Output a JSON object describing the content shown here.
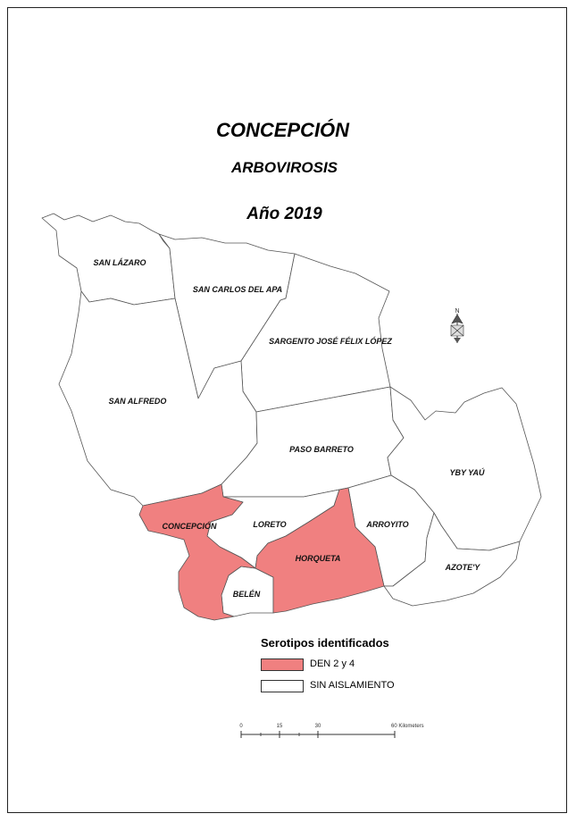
{
  "titles": {
    "line1": "CONCEPCIÓN",
    "line2": "ARBOVIROSIS",
    "line3": "Año 2019"
  },
  "districts": [
    {
      "name": "SAN LÁZARO",
      "category": "sin_aislamiento"
    },
    {
      "name": "SAN CARLOS DEL APA",
      "category": "sin_aislamiento"
    },
    {
      "name": "SARGENTO JOSÉ FÉLIX LÓPEZ",
      "category": "sin_aislamiento"
    },
    {
      "name": "SAN ALFREDO",
      "category": "sin_aislamiento"
    },
    {
      "name": "PASO BARRETO",
      "category": "sin_aislamiento"
    },
    {
      "name": "YBY YAÚ",
      "category": "sin_aislamiento"
    },
    {
      "name": "CONCEPCIÓN",
      "category": "den"
    },
    {
      "name": "LORETO",
      "category": "sin_aislamiento"
    },
    {
      "name": "ARROYITO",
      "category": "sin_aislamiento"
    },
    {
      "name": "HORQUETA",
      "category": "den"
    },
    {
      "name": "AZOTE'Y",
      "category": "sin_aislamiento"
    },
    {
      "name": "BELÉN",
      "category": "sin_aislamiento"
    }
  ],
  "legend": {
    "title": "Serotipos identificados",
    "items": [
      {
        "label": "DEN 2 y 4",
        "color": "#f08080"
      },
      {
        "label": "SIN AISLAMIENTO",
        "color": "#ffffff"
      }
    ]
  },
  "scale_bar": {
    "ticks": [
      "0",
      "15",
      "30",
      "60 Kilometers"
    ]
  },
  "north_arrow": {
    "letter": "N",
    "icon": "north-arrow-icon"
  },
  "colors": {
    "den": "#f08080",
    "sin_aislamiento": "#ffffff",
    "border": "#555555"
  }
}
